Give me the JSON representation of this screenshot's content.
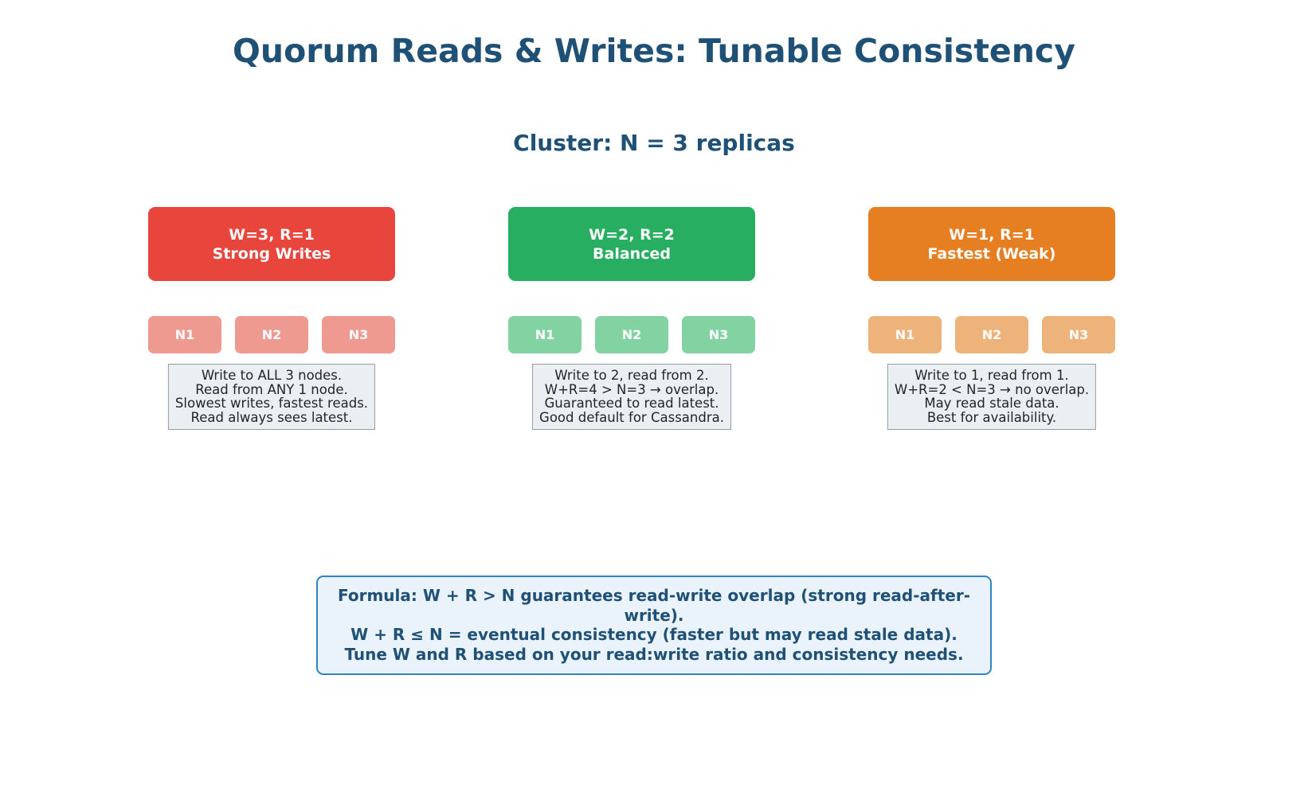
{
  "page": {
    "title": "Quorum Reads & Writes: Tunable Consistency",
    "subtitle": "Cluster: N = 3 replicas",
    "title_color": "#1f5076"
  },
  "columns": [
    {
      "header_line1": "W=3, R=1",
      "header_line2": "Strong Writes",
      "header_color": "#e8453c",
      "node_color": "#ef9a91",
      "nodes": [
        {
          "label": "N1"
        },
        {
          "label": "N2"
        },
        {
          "label": "N3"
        }
      ],
      "description": [
        "Write to ALL 3 nodes.",
        "Read from ANY 1 node.",
        "Slowest writes, fastest reads.",
        "Read always sees latest."
      ]
    },
    {
      "header_line1": "W=2, R=2",
      "header_line2": "Balanced",
      "header_color": "#27ae60",
      "node_color": "#82d3a1",
      "nodes": [
        {
          "label": "N1"
        },
        {
          "label": "N2"
        },
        {
          "label": "N3"
        }
      ],
      "description": [
        "Write to 2, read from 2.",
        "W+R=4 > N=3 → overlap.",
        "Guaranteed to read latest.",
        "Good default for Cassandra."
      ]
    },
    {
      "header_line1": "W=1, R=1",
      "header_line2": "Fastest (Weak)",
      "header_color": "#e67e22",
      "node_color": "#eeb37a",
      "nodes": [
        {
          "label": "N1"
        },
        {
          "label": "N2"
        },
        {
          "label": "N3"
        }
      ],
      "description": [
        "Write to 1, read from 1.",
        "W+R=2 < N=3 → no overlap.",
        "May read stale data.",
        "Best for availability."
      ]
    }
  ],
  "formula": {
    "lines": [
      "Formula: W + R > N guarantees read-write overlap (strong read-after-write).",
      "W + R ≤ N = eventual consistency (faster but may read stale data).",
      "Tune W and R based on your read:write ratio and consistency needs."
    ],
    "background": "#eaf3fb",
    "border_color": "#2e86c1",
    "text_color": "#1f5076"
  }
}
